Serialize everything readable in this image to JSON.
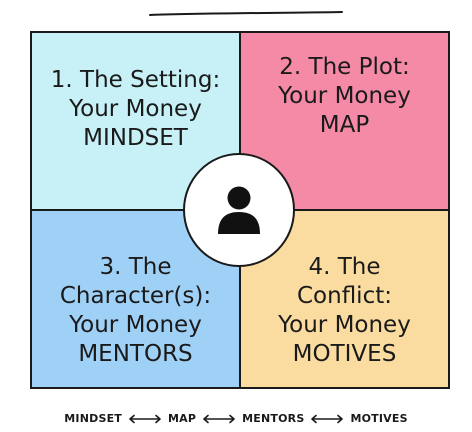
{
  "quadrants": [
    {
      "lines": [
        "1. The Setting:",
        "Your Money",
        "MINDSET"
      ],
      "color": "#c7f1f6"
    },
    {
      "lines": [
        "2. The Plot:",
        "Your Money",
        "MAP"
      ],
      "color": "#f48aa6"
    },
    {
      "lines": [
        "3. The",
        "Character(s):",
        "Your Money",
        "MENTORS"
      ],
      "color": "#9fd0f5"
    },
    {
      "lines": [
        "4. The",
        "Conflict:",
        "Your Money",
        "MOTIVES"
      ],
      "color": "#fbdca0"
    }
  ],
  "center": {
    "icon": "person-icon"
  },
  "flow": [
    "MINDSET",
    "MAP",
    "MENTORS",
    "MOTIVES"
  ]
}
